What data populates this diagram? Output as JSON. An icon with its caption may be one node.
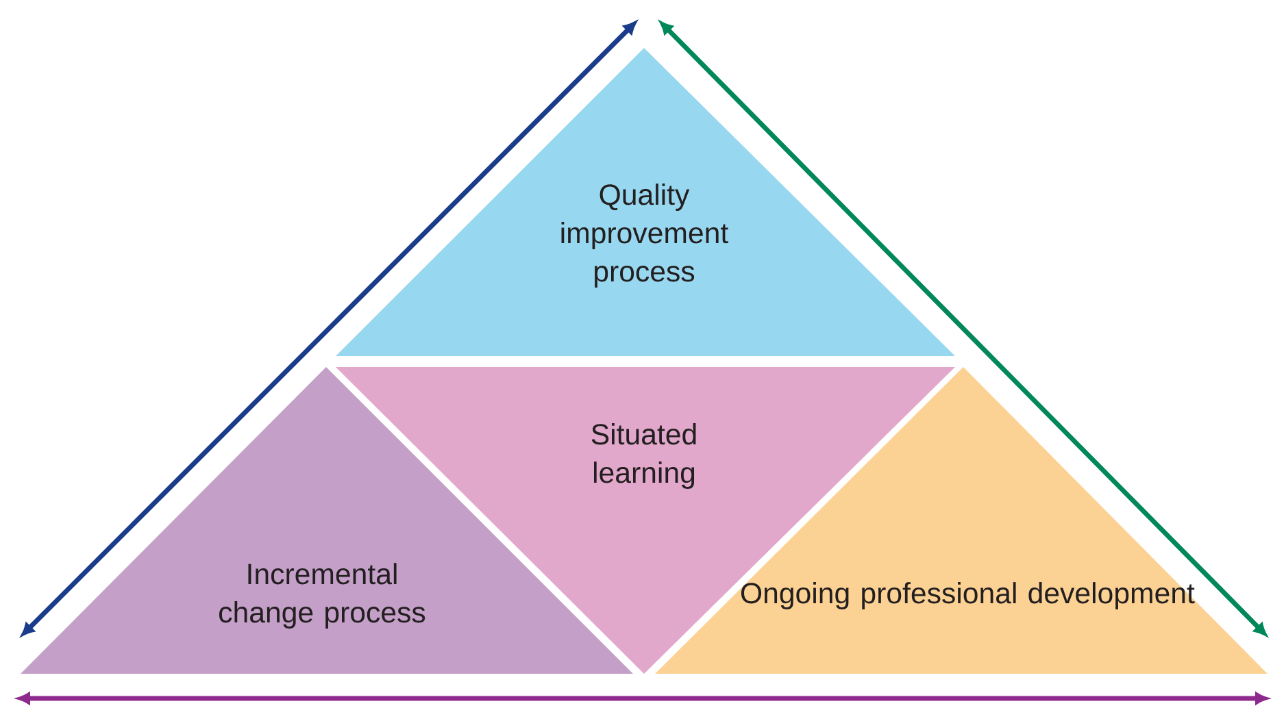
{
  "diagram": {
    "nodes": [
      {
        "text": [
          "Quality improvement process"
        ]
      },
      {
        "text": [
          "Situated learning"
        ]
      },
      {
        "text": [
          "Incremental change process"
        ]
      },
      {
        "text": [
          "Ongoing professional development"
        ]
      }
    ]
  }
}
